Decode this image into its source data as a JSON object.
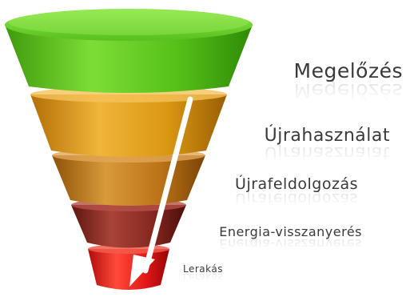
{
  "diagram": {
    "tiers": [
      {
        "id": "prevention",
        "label": "Megelőzés",
        "color": "#5cbf1a"
      },
      {
        "id": "reuse",
        "label": "Újrahasználat",
        "color": "#dd9b12"
      },
      {
        "id": "recycling",
        "label": "Újrafeldolgozás",
        "color": "#c07a18"
      },
      {
        "id": "energy-recovery",
        "label": "Energia-visszanyerés",
        "color": "#8e2a22"
      },
      {
        "id": "disposal",
        "label": "Lerakás",
        "color": "#e51a1a"
      }
    ],
    "arrow_color": "#ffffff"
  }
}
